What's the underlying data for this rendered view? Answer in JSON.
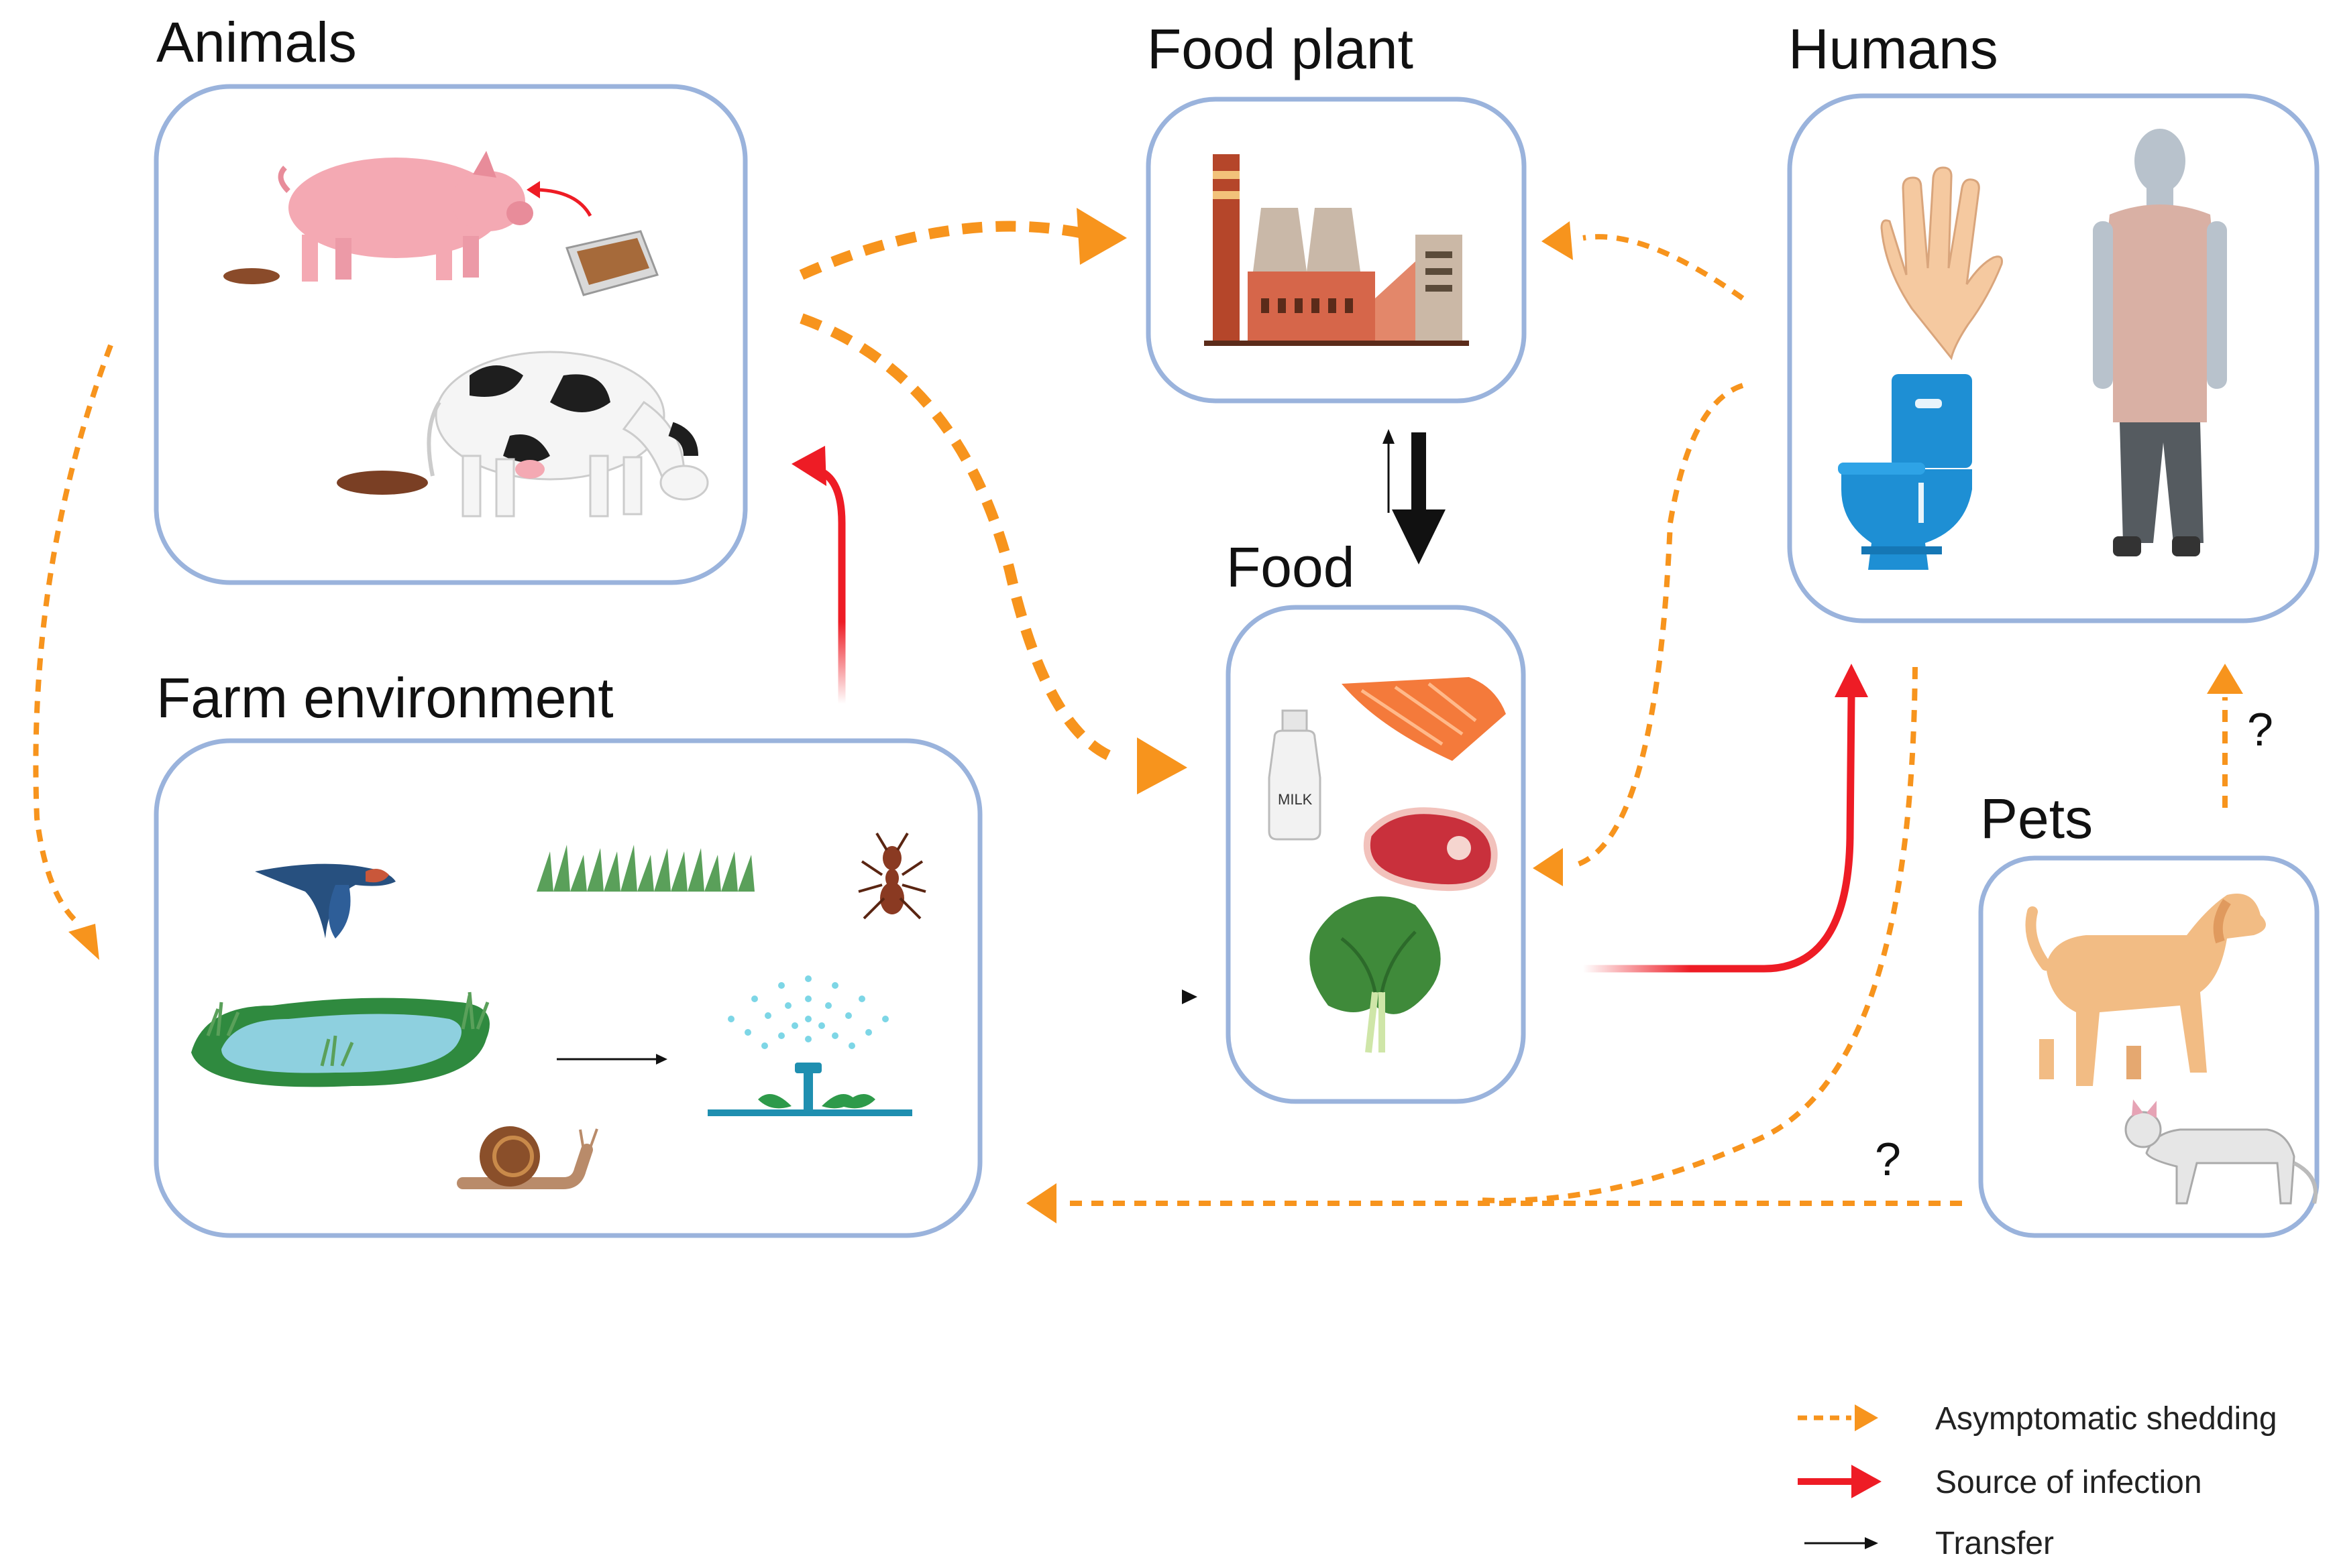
{
  "nodes": {
    "animals": {
      "label": "Animals"
    },
    "food_plant": {
      "label": "Food plant"
    },
    "humans": {
      "label": "Humans"
    },
    "food": {
      "label": "Food"
    },
    "farm_environment": {
      "label": "Farm environment"
    },
    "pets": {
      "label": "Pets"
    }
  },
  "food_items": {
    "milk_label": "MILK"
  },
  "question_marks": {
    "pets_to_humans": "?",
    "pets_to_farm": "?"
  },
  "legend": {
    "items": [
      {
        "label": "Asymptomatic shedding",
        "color": "#f7941d"
      },
      {
        "label": "Source of infection",
        "color": "#ee1c25"
      },
      {
        "label": "Transfer",
        "color": "#111111"
      }
    ]
  },
  "colors": {
    "box_border": "#9ab3dc",
    "shedding": "#f7941d",
    "infection": "#ee1c25",
    "transfer": "#111111"
  }
}
